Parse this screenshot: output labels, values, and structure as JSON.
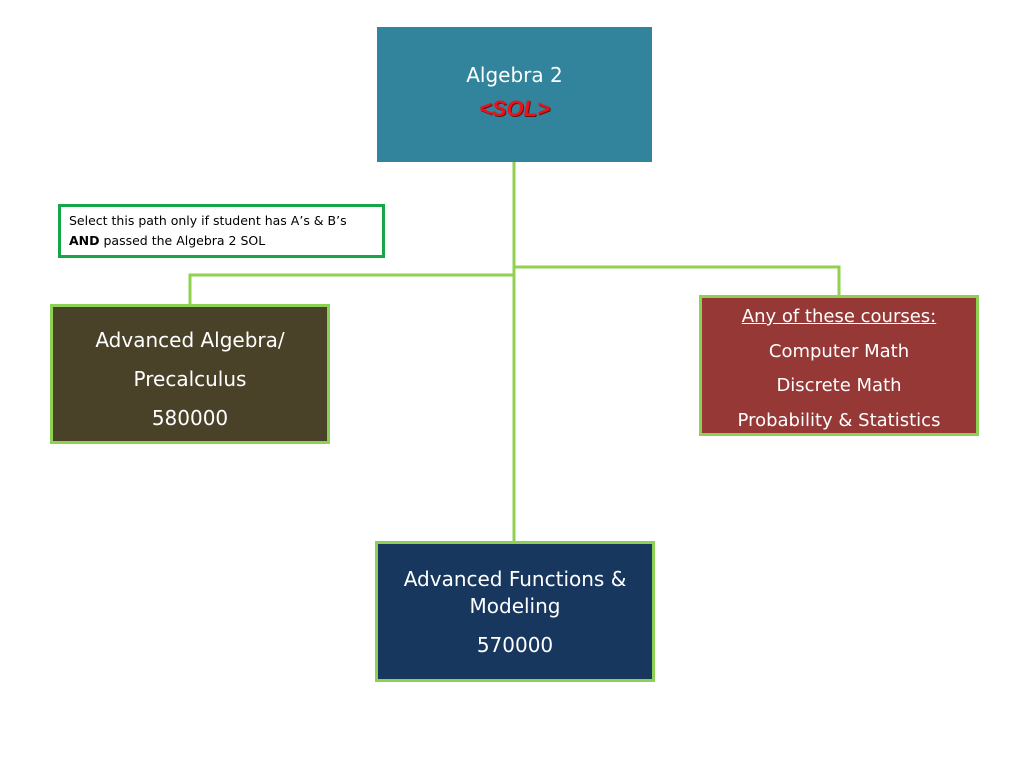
{
  "top_box": {
    "title": "Algebra 2",
    "badge": "<SOL>",
    "color": "#31849b",
    "badge_color": "#e8141c"
  },
  "note": {
    "text_part1": "Select this path only if student has  A’s & B’s",
    "emphasis": "AND",
    "text_part2": " passed the Algebra 2 SOL",
    "border_color": "#16a64a"
  },
  "left_box": {
    "line1": "Advanced Algebra/",
    "line2": "Precalculus",
    "code": "580000",
    "color": "#4a4129"
  },
  "right_box": {
    "heading": "Any of these courses:",
    "courses": [
      "Computer Math",
      "Discrete Math",
      "Probability & Statistics"
    ],
    "color": "#953836"
  },
  "bottom_box": {
    "line1": "Advanced Functions &",
    "line2": "Modeling",
    "code": "570000",
    "color": "#17375e"
  },
  "connector_color": "#92d050"
}
